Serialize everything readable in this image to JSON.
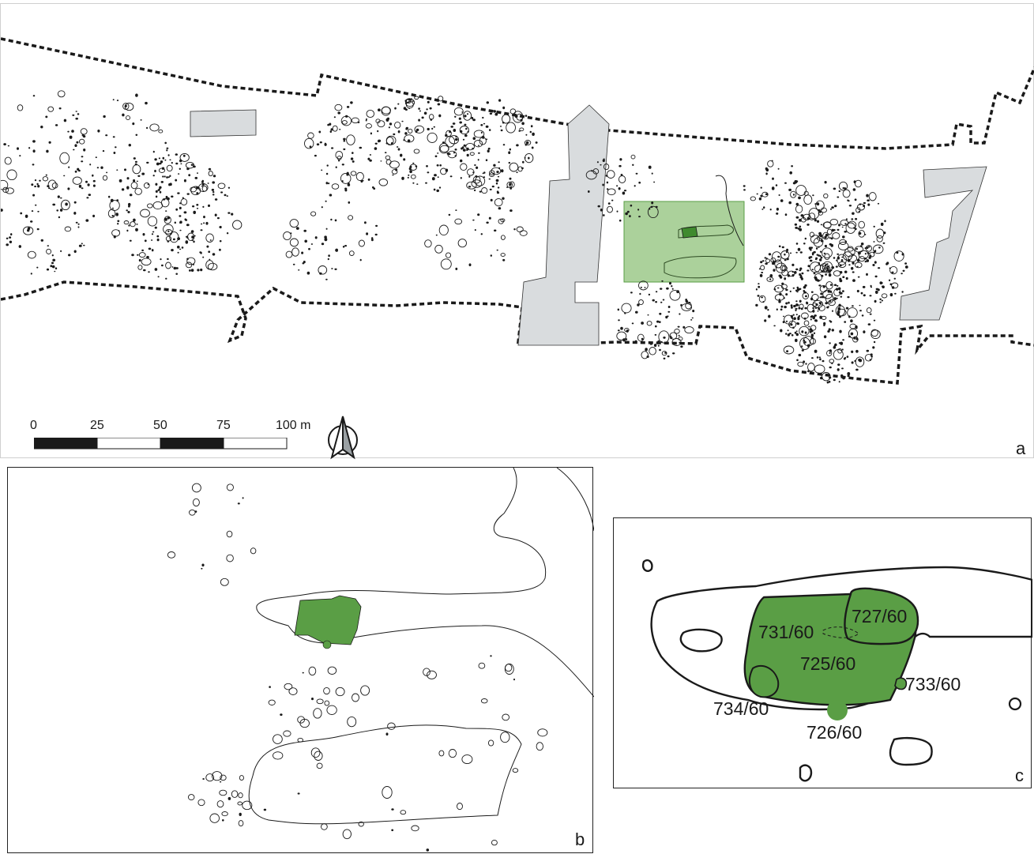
{
  "panels": {
    "a": {
      "letter": "a"
    },
    "b": {
      "letter": "b"
    },
    "c": {
      "letter": "c"
    }
  },
  "scale_bar": {
    "ticks": [
      "0",
      "25",
      "50",
      "75",
      "100 m"
    ]
  },
  "features": {
    "f727": "727/60",
    "f731": "731/60",
    "f725": "725/60",
    "f733": "733/60",
    "f734": "734/60",
    "f726": "726/60"
  },
  "colors": {
    "highlight_green": "#5a9e45",
    "inset_green": "#9cc98a",
    "excluded_gray": "#d9dcde",
    "outline": "#1a1a1a"
  },
  "icons": {
    "north_arrow": "north-arrow-icon"
  }
}
